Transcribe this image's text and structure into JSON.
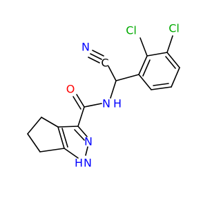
{
  "molecule": {
    "atoms": {
      "nitrile_n": {
        "text": "N",
        "color": "#0000ff"
      },
      "nitrile_c": {
        "text": "C",
        "color": "#000000"
      },
      "cl_2": {
        "text": "Cl",
        "color": "#00aa00"
      },
      "cl_3": {
        "text": "Cl",
        "color": "#00aa00"
      },
      "carbonyl_o": {
        "text": "O",
        "color": "#ff0000"
      },
      "amide_n": {
        "text": "N",
        "color": "#0000ff"
      },
      "amide_h": {
        "text": "H",
        "color": "#0000ff"
      },
      "pyrazole_n": {
        "text": "N",
        "color": "#0000ff"
      },
      "pyrazole_nh_n": {
        "text": "N",
        "color": "#0000ff"
      },
      "pyrazole_nh_h": {
        "text": "H",
        "color": "#0000ff"
      }
    }
  }
}
